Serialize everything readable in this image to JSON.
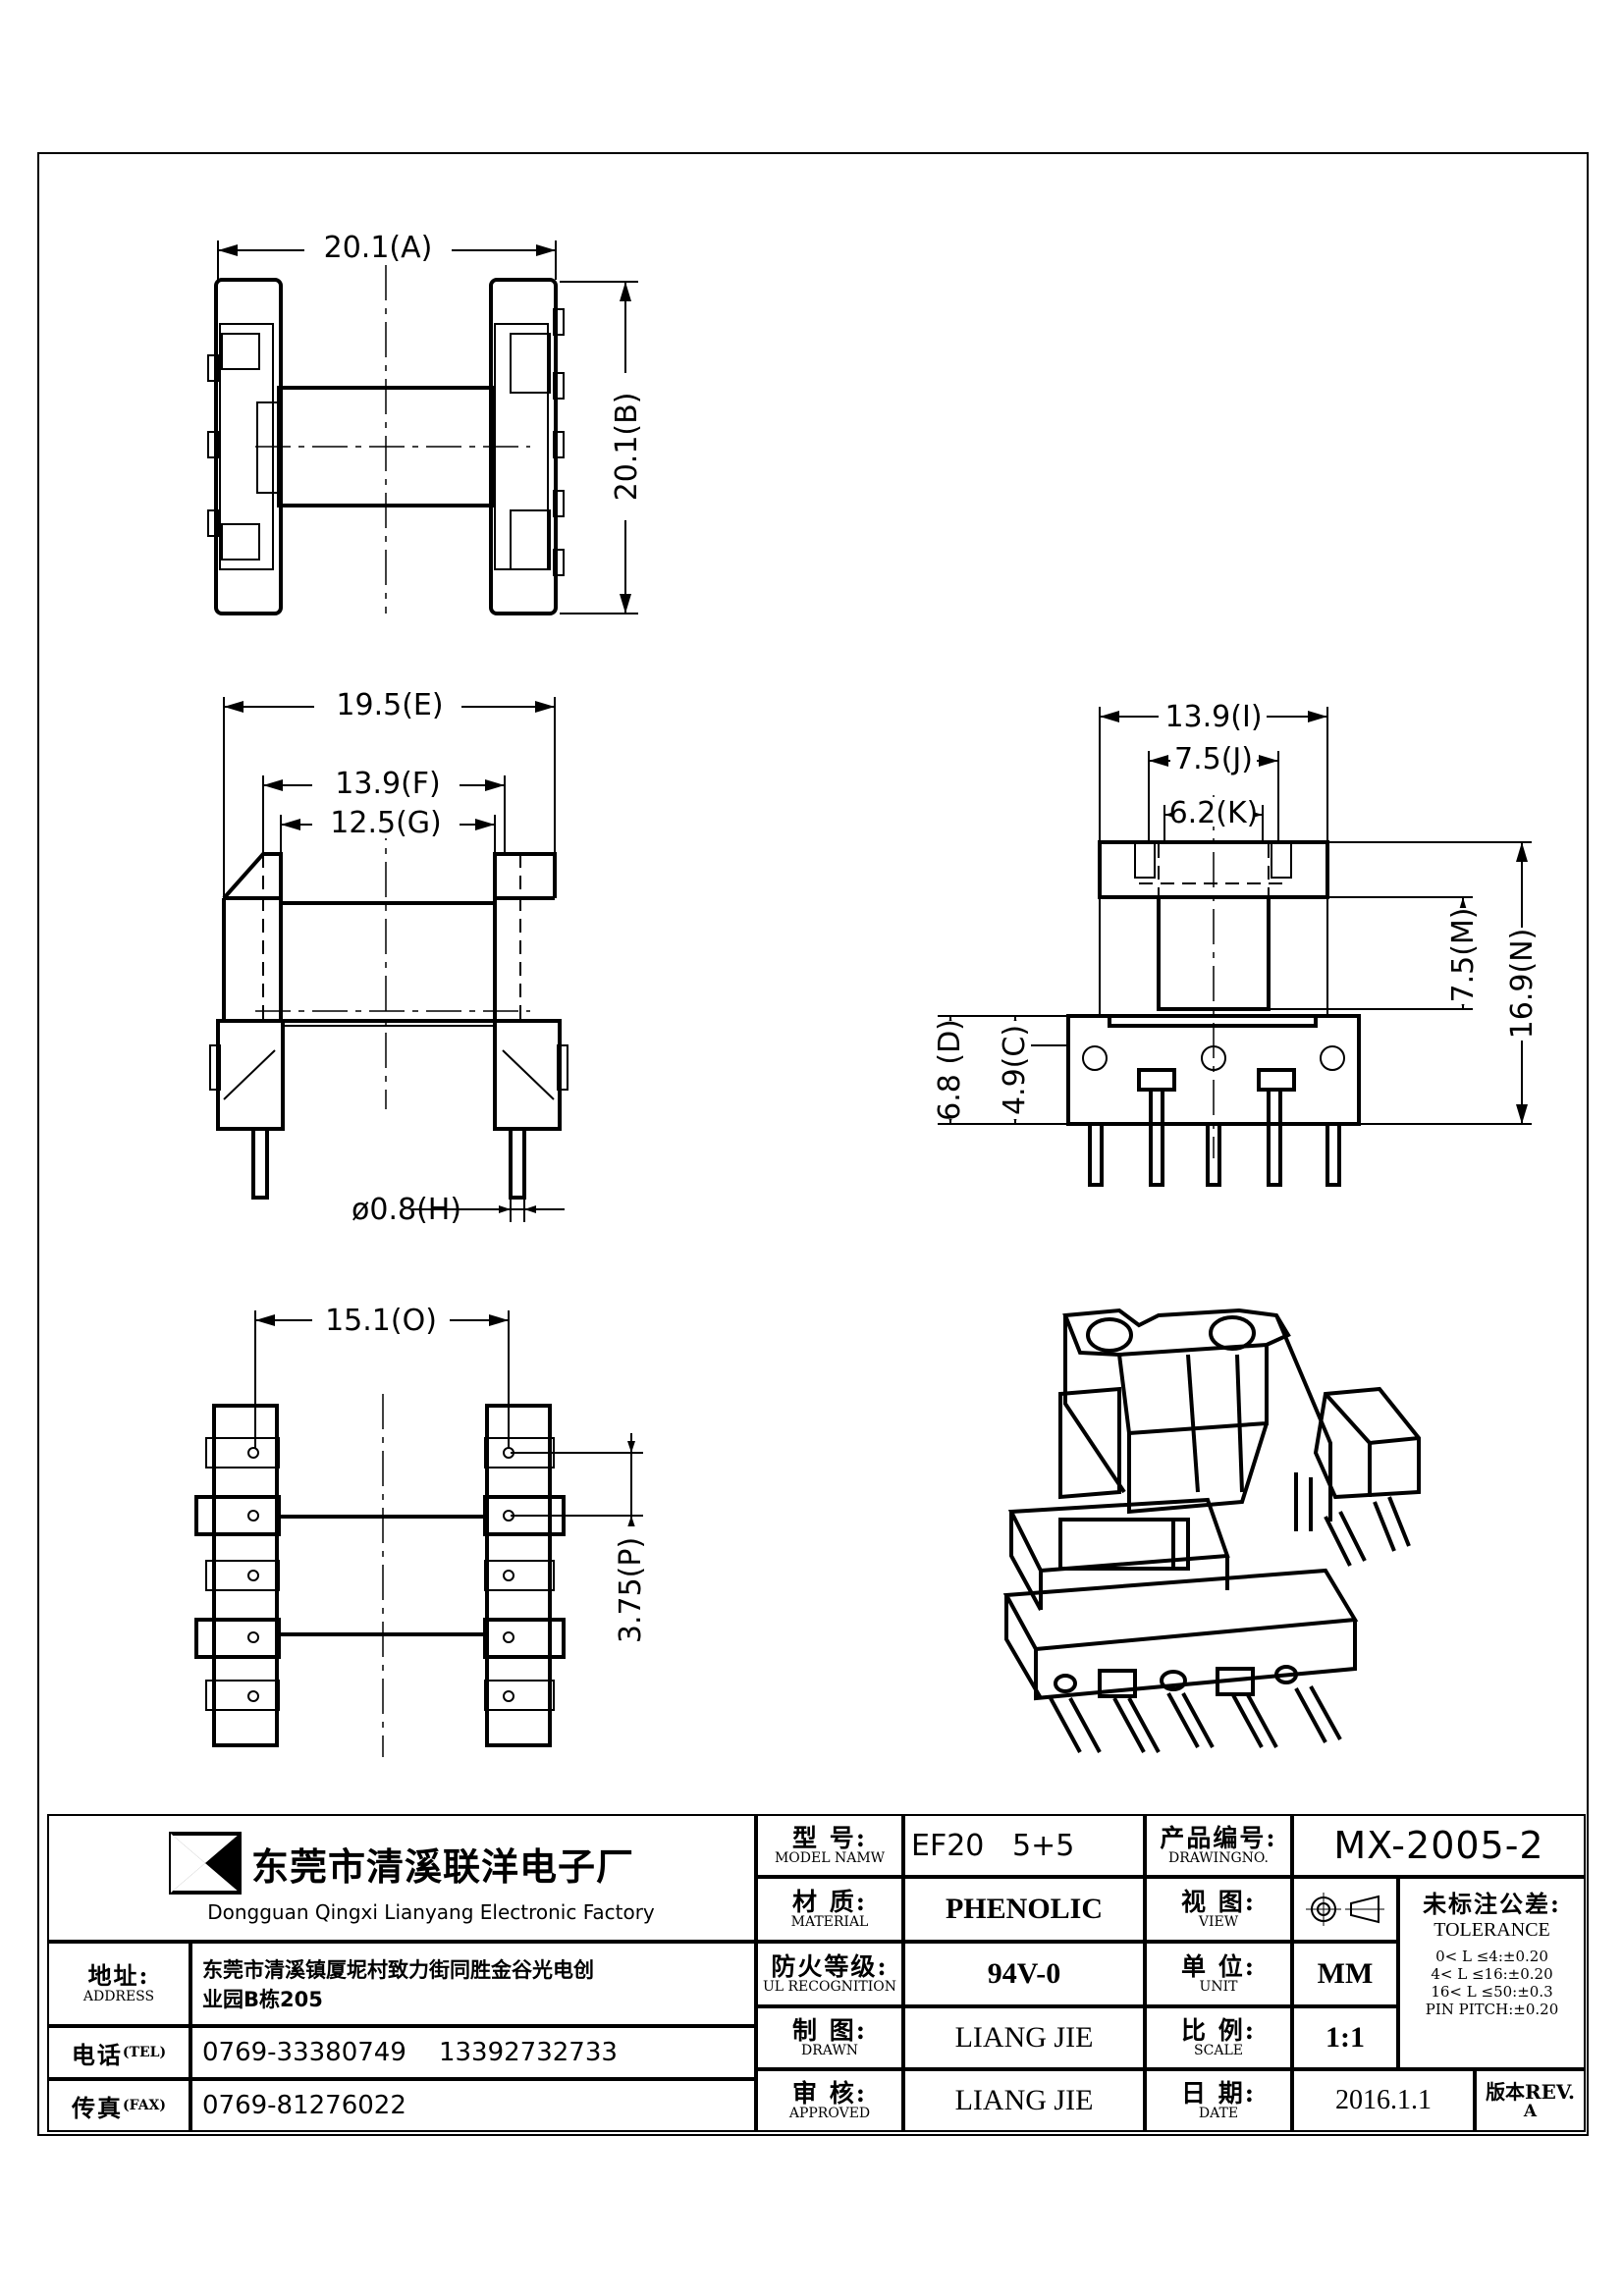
{
  "dimensions": {
    "a": "20.1(A)",
    "b": "20.1(B)",
    "e": "19.5(E)",
    "f": "13.9(F)",
    "g": "12.5(G)",
    "h": "ø0.8(H)",
    "i": "13.9(I)",
    "j": "7.5(J)",
    "k": "6.2(K)",
    "m": "7.5(M)",
    "n": "16.9(N)",
    "d": "6.8 (D)",
    "c": "4.9(C)",
    "o": "15.1(O)",
    "p": "3.75(P)"
  },
  "company": {
    "name_cn": "东莞市清溪联洋电子厂",
    "name_en": "Dongguan Qingxi Lianyang Electronic Factory",
    "address_label_cn": "地址:",
    "address_label_en": "ADDRESS",
    "address_line1": "东莞市清溪镇厦坭村致力街同胜金谷光电创",
    "address_line2": "业园B栋205",
    "tel_label_cn": "电话",
    "tel_label_en": "(TEL)",
    "tel_value": "0769-33380749    13392732733",
    "fax_label_cn": "传真",
    "fax_label_en": "(FAX)",
    "fax_value": "0769-81276022"
  },
  "fields": {
    "model_cn": "型  号:",
    "model_en": "MODEL NAMW",
    "model_value": "EF20   5+5",
    "material_cn": "材  质:",
    "material_en": "MATERIAL",
    "material_value": "PHENOLIC",
    "ul_cn": "防火等级:",
    "ul_en": "UL RECOGNITION",
    "ul_value": "94V-0",
    "drawn_cn": "制  图:",
    "drawn_en": "DRAWN",
    "drawn_value": "LIANG JIE",
    "approved_cn": "审  核:",
    "approved_en": "APPROVED",
    "approved_value": "LIANG JIE",
    "drawingno_cn": "产品编号:",
    "drawingno_en": "DRAWINGNO.",
    "drawingno_value": "MX-2005-2",
    "view_cn": "视  图:",
    "view_en": "VIEW",
    "unit_cn": "单  位:",
    "unit_en": "UNIT",
    "unit_value": "MM",
    "scale_cn": "比  例:",
    "scale_en": "SCALE",
    "scale_value": "1:1",
    "date_cn": "日  期:",
    "date_en": "DATE",
    "date_value": "2016.1.1",
    "rev_cn": "版本REV.",
    "rev_value": "A"
  },
  "tolerance": {
    "title_cn": "未标注公差:",
    "title_en": "TOLERANCE",
    "line1": "0< L ≤4:±0.20",
    "line2": "4< L ≤16:±0.20",
    "line3": "16< L ≤50:±0.3",
    "line4": "PIN PITCH:±0.20"
  }
}
